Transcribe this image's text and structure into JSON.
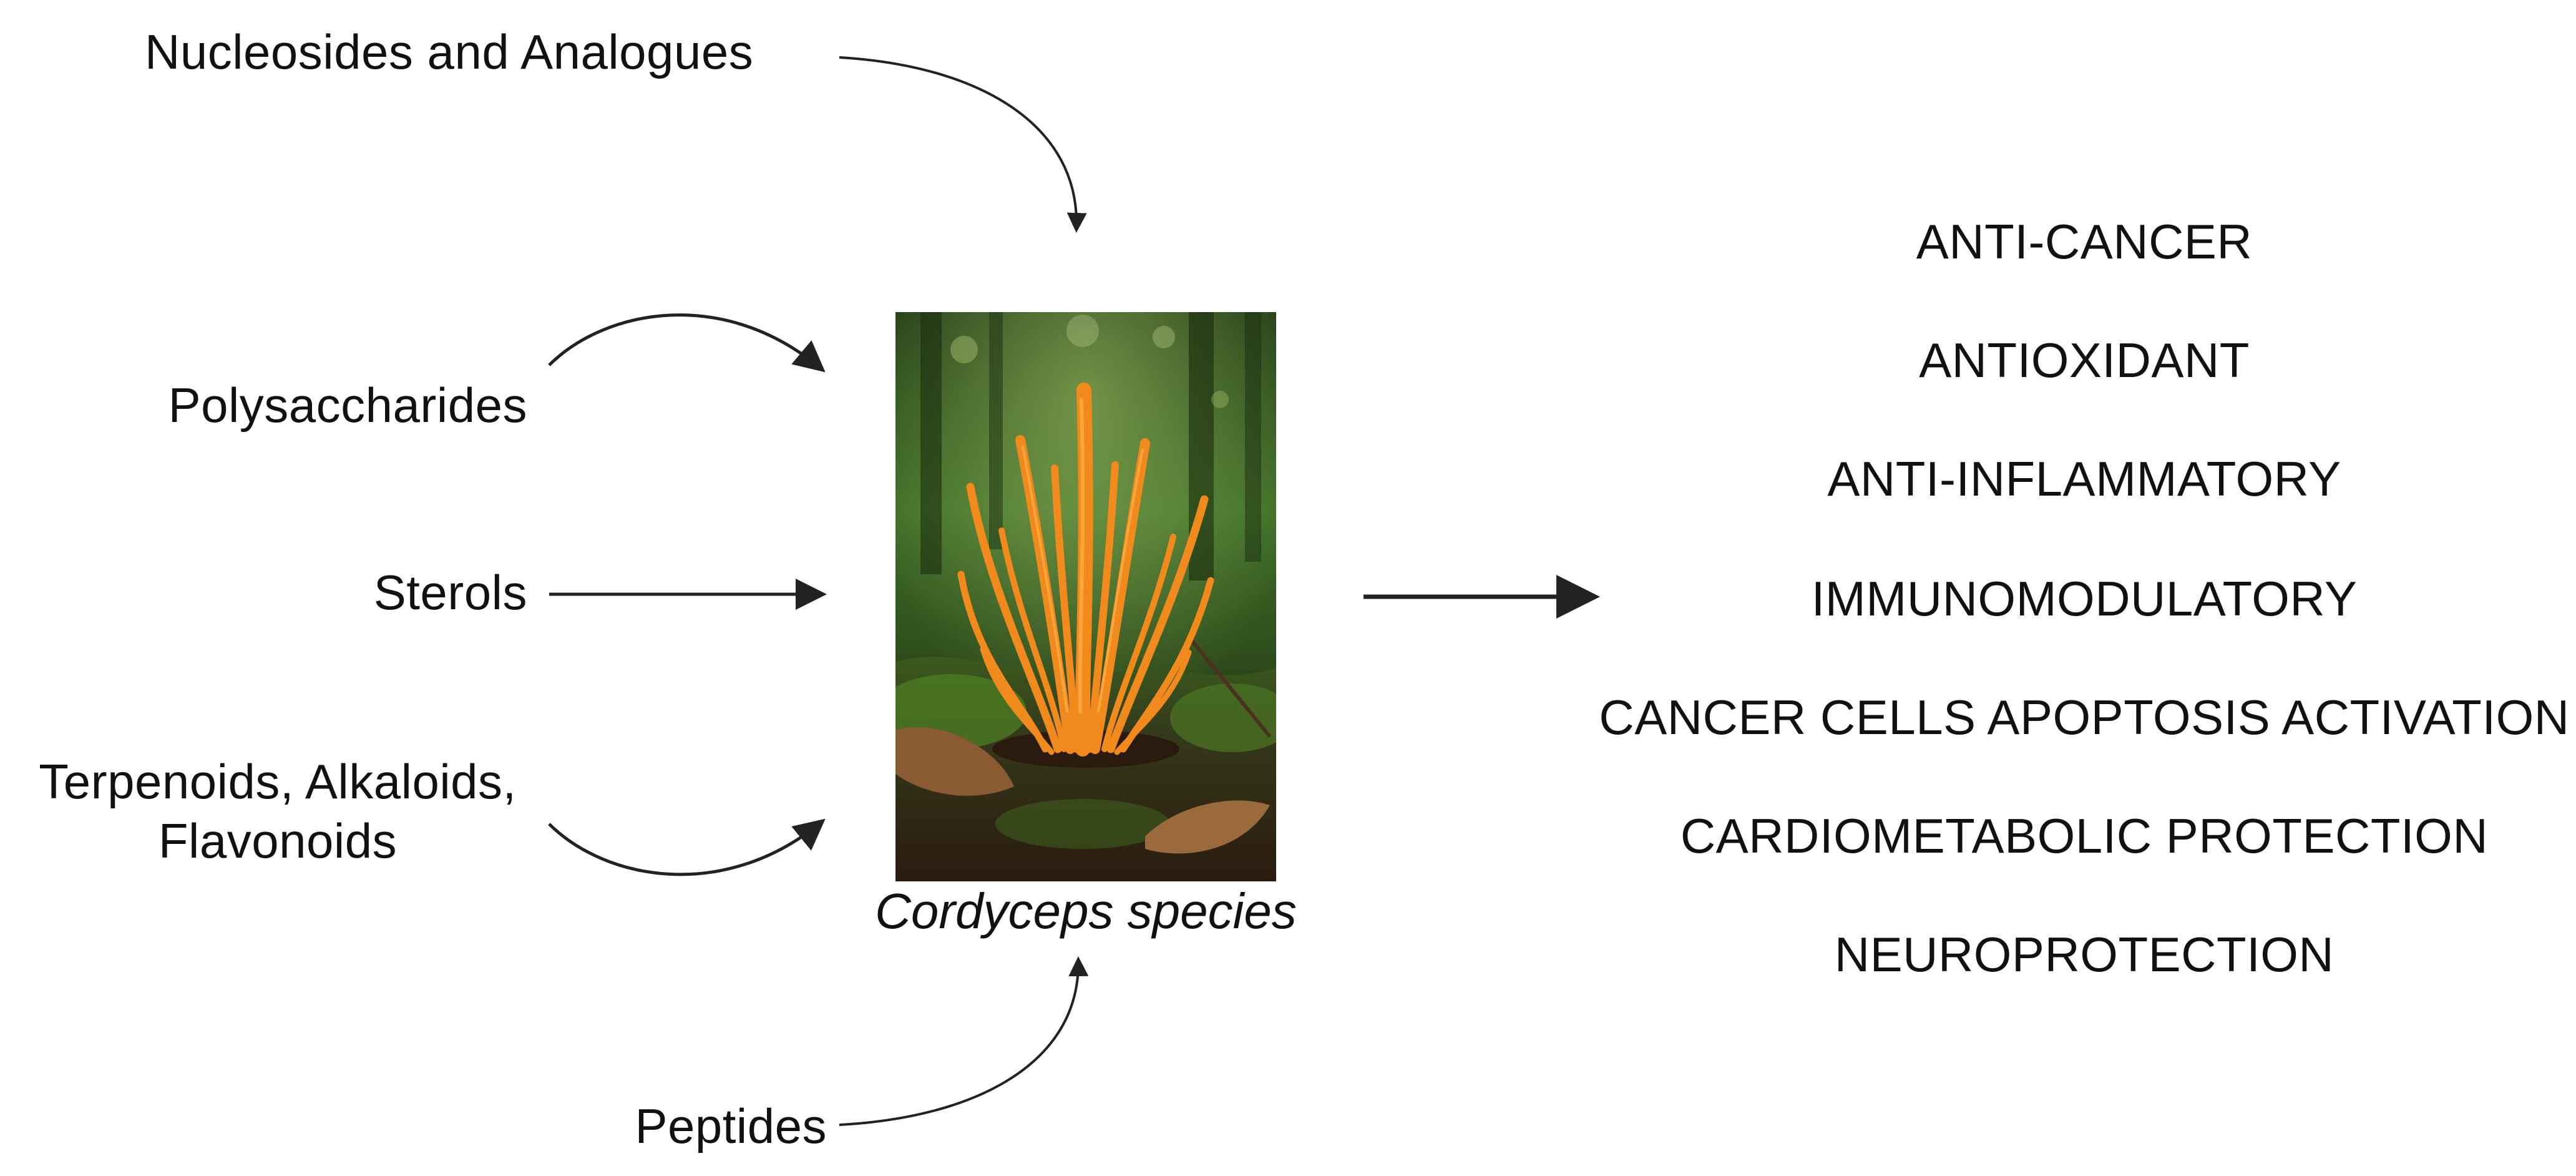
{
  "compounds": {
    "nucleosides": "Nucleosides and Analogues",
    "polysaccharides": "Polysaccharides",
    "sterols": "Sterols",
    "terpenoids_line1": "Terpenoids, Alkaloids,",
    "terpenoids_line2": "Flavonoids",
    "peptides": "Peptides"
  },
  "organism": {
    "caption": "Cordyceps species",
    "image_icon": "cordyceps-mushroom-photo"
  },
  "effects": [
    "ANTI-CANCER",
    "ANTIOXIDANT",
    "ANTI-INFLAMMATORY",
    "IMMUNOMODULATORY",
    "CANCER CELLS APOPTOSIS ACTIVATION",
    "CARDIOMETABOLIC PROTECTION",
    "NEUROPROTECTION"
  ],
  "colors": {
    "text": "#111111",
    "arrow": "#222222",
    "fungus_orange": "#f08a1c",
    "forest_green": "#2f5a22",
    "soil_brown": "#3b2616"
  }
}
